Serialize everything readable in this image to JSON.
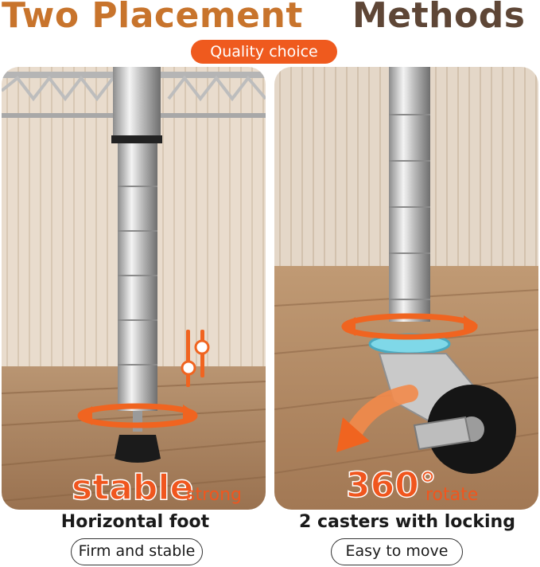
{
  "header": {
    "title_part1": "Two Placement",
    "title_part2": "Methods",
    "badge": "Quality choice"
  },
  "left_panel": {
    "overlay_big": "stable",
    "overlay_small": "strong",
    "caption": "Horizontal foot",
    "pill": "Firm and stable"
  },
  "right_panel": {
    "overlay_big": "360°",
    "overlay_small": "rotate",
    "caption": "2 casters with locking",
    "pill": "Easy to move"
  },
  "colors": {
    "title_orange": "#c8742c",
    "title_brown": "#5e4636",
    "accent": "#ef5a1e"
  }
}
